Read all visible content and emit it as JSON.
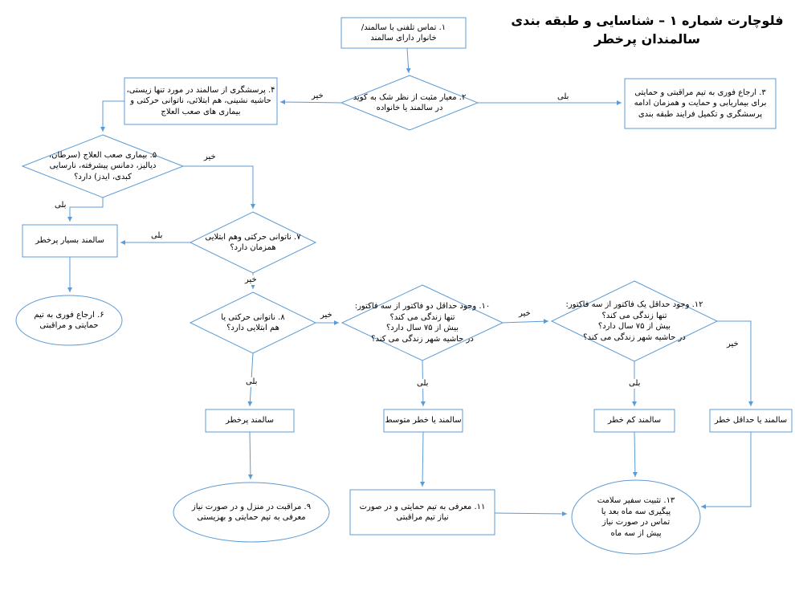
{
  "title": "فلوچارت شماره ۱ – شناسایی و طبقه بندی\nسالمندان پرخطر",
  "labels": {
    "yes": "بلی",
    "no": "خیر"
  },
  "colors": {
    "stroke": "#5b9bd5",
    "text": "#000000",
    "background": "#ffffff"
  },
  "nodes": {
    "n1": "۱. تماس تلفنی با سالمند/\nخانوار دارای سالمند",
    "d2": "۲. معیار مثبت از نظر شک به کوید\nدر سالمند یا خانواده",
    "n3": "۳. ارجاع فوری به تیم مراقبتی و حمایتی\nبرای بیماریابی و حمایت و همزمان ادامه\nپرسشگری و تکمیل فرایند طبقه بندی",
    "n4": "۴. پرسشگری از سالمند در مورد تنها زیستی،\nحاشیه نشینی، هم ابتلائی، ناتوانی حرکتی و\nبیماری های صعب العلاج",
    "d5": "۵. بیماری صعب العلاج (سرطان،\nدیالیز، دمانس پیشرفته، نارسایی\nکبدی، ایدز) دارد؟",
    "vhr": "سالمند بسیار پرخطر",
    "e6": "۶. ارجاع فوری به تیم\nحمایتی و مراقبتی",
    "d7": "۷. ناتوانی حرکتی وهم ابتلایی\nهمزمان دارد؟",
    "d8": "۸. ناتوانی حرکتی یا\nهم ابتلایی دارد؟",
    "hr": "سالمند پرخطر",
    "e9": "۹. مراقبت در منزل و در صورت نیاز\nمعرفی به تیم حمایتی و بهزیستی",
    "d10": "۱۰. وجود حداقل دو فاکتور از سه فاکتور:\nتنها زندگی می کند؟\nبیش از ۷۵ سال دارد؟\nدر حاشیه شهر زندگی می کند؟",
    "mr": "سالمند یا خطر متوسط",
    "n11": "۱۱. معرفی به تیم حمایتی و در صورت\nنیاز تیم مراقبتی",
    "d12": "۱۲. وجود حداقل یک فاکتور از سه فاکتور:\nتنها زندگی می کند؟\nبیش از ۷۵ سال دارد؟\nدر حاشیه شهر زندگی می کند؟",
    "lr": "سالمند کم خطر",
    "minr": "سالمند یا حداقل خطر",
    "e13": "۱۳. تثبیت سفیر سلامت\nپیگیری سه ماه بعد یا\nتماس در صورت نیاز\nپیش از سه ماه"
  }
}
